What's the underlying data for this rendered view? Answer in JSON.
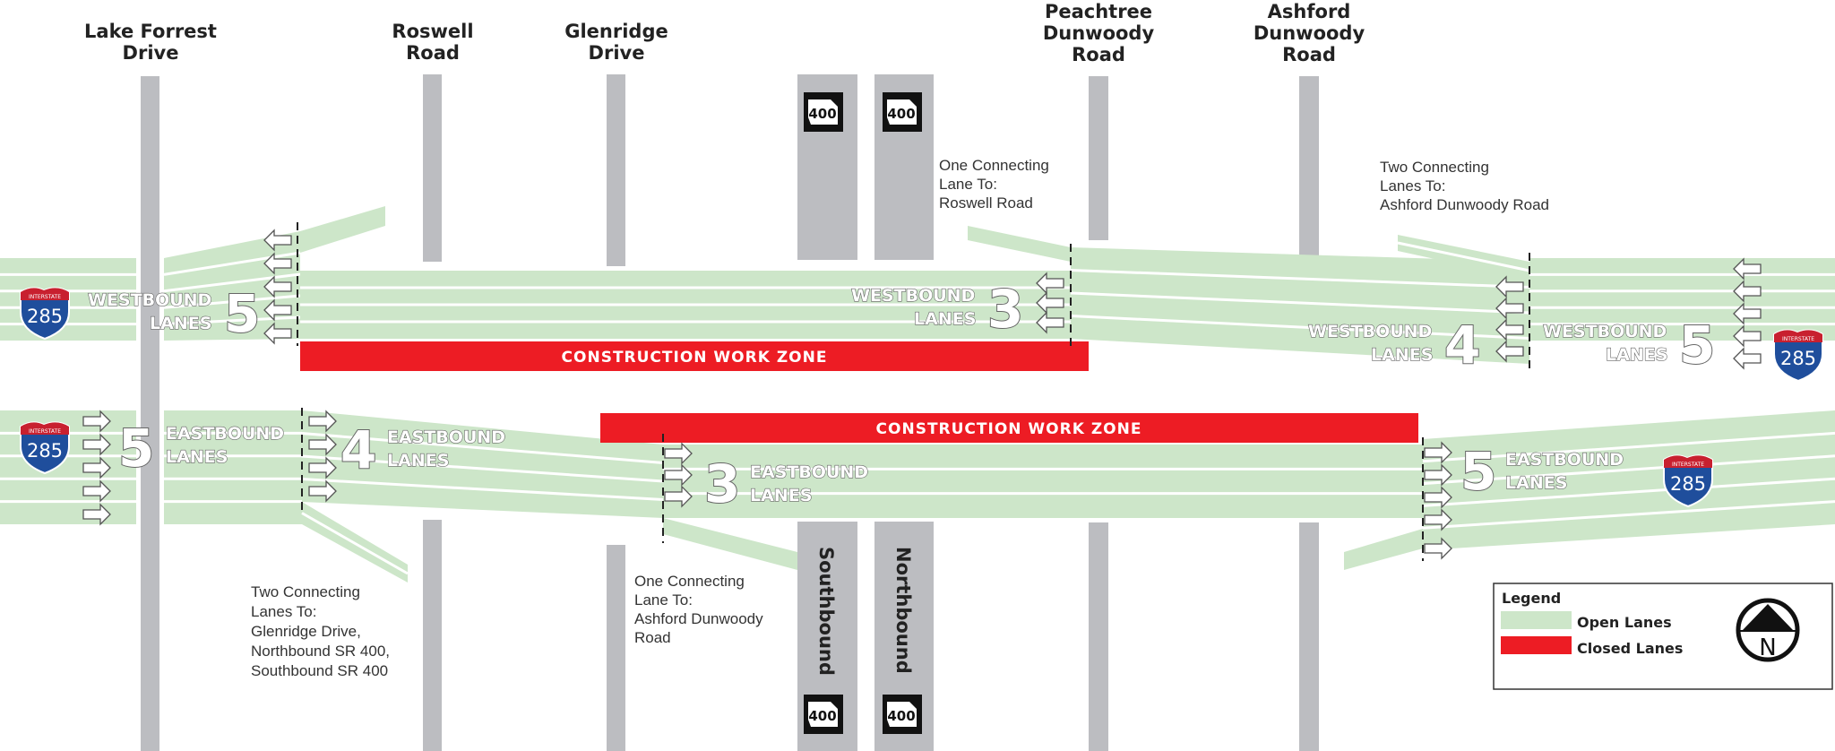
{
  "colors": {
    "open": "#cde6c9",
    "closed": "#ed1c24",
    "cross_street": "#bcbdc1",
    "shield_blue": "#1f4e9c",
    "shield_red": "#c8202f"
  },
  "roads": [
    {
      "name_l1": "Lake Forrest",
      "name_l2": "Drive"
    },
    {
      "name_l1": "Roswell",
      "name_l2": "Road"
    },
    {
      "name_l1": "Glenridge",
      "name_l2": "Drive"
    },
    {
      "name_l1": "Peachtree",
      "name_l2": "Dunwoody",
      "name_l3": "Road"
    },
    {
      "name_l1": "Ashford",
      "name_l2": "Dunwoody",
      "name_l3": "Road"
    }
  ],
  "ga400": {
    "number": "400",
    "southbound": "Southbound",
    "northbound": "Northbound"
  },
  "interstate": {
    "label": "INTERSTATE",
    "number": "285"
  },
  "connecting": {
    "wb_peachtree": [
      "One Connecting",
      "Lane To:",
      "Roswell Road"
    ],
    "wb_ashford": [
      "Two Connecting",
      "Lanes To:",
      "Ashford Dunwoody Road"
    ],
    "eb_roswell": [
      "Two Connecting",
      "Lanes To:",
      "Glenridge Drive,",
      "Northbound SR 400,",
      "Southbound SR 400"
    ],
    "eb_glenridge": [
      "One Connecting",
      "Lane To:",
      "Ashford Dunwoody",
      "Road"
    ]
  },
  "lanes": {
    "westbound": "WESTBOUND",
    "eastbound": "EASTBOUND",
    "word": "LANES",
    "wb_left": "5",
    "wb_mid": "3",
    "wb_right4": "4",
    "wb_right5": "5",
    "eb_left": "5",
    "eb_4": "4",
    "eb_3": "3",
    "eb_right": "5"
  },
  "work_zone": {
    "wb": "CONSTRUCTION WORK ZONE",
    "eb": "CONSTRUCTION WORK ZONE"
  },
  "legend": {
    "title": "Legend",
    "open": "Open Lanes",
    "closed": "Closed Lanes",
    "north": "N"
  }
}
